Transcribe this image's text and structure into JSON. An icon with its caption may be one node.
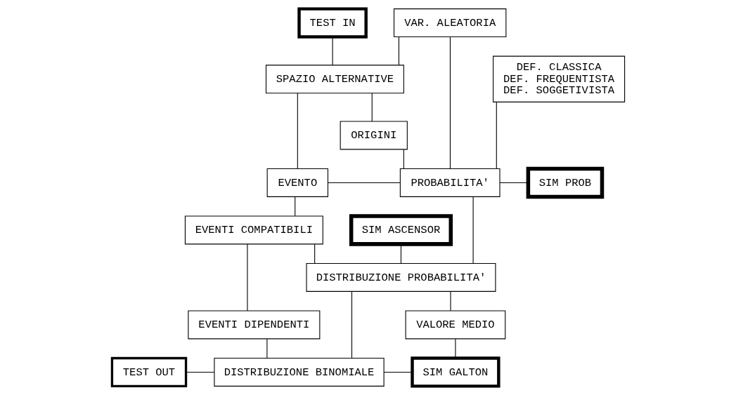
{
  "diagram": {
    "nodes": [
      {
        "text": [
          "TEST IN"
        ]
      },
      {
        "text": [
          "VAR. ALEATORIA"
        ]
      },
      {
        "text": [
          "SPAZIO ALTERNATIVE"
        ]
      },
      {
        "text": [
          "DEF. CLASSICA",
          "DEF. FREQUENTISTA",
          "DEF. SOGGETIVISTA"
        ]
      },
      {
        "text": [
          "ORIGINI"
        ]
      },
      {
        "text": [
          "SIM PROB"
        ]
      },
      {
        "text": [
          "EVENTO"
        ]
      },
      {
        "text": [
          "PROBABILITA'"
        ]
      },
      {
        "text": [
          "SIM ASCENSOR"
        ]
      },
      {
        "text": [
          "EVENTI COMPATIBILI"
        ]
      },
      {
        "text": [
          "DISTRIBUZIONE PROBABILITA'"
        ]
      },
      {
        "text": [
          "EVENTI DIPENDENTI"
        ]
      },
      {
        "text": [
          "VALORE MEDIO"
        ]
      },
      {
        "text": [
          "TEST OUT"
        ]
      },
      {
        "text": [
          "DISTRIBUZIONE BINOMIALE"
        ]
      },
      {
        "text": [
          "SIM GALTON"
        ]
      }
    ],
    "edges": [
      {
        "from": 0,
        "to": 2,
        "arrow": "none"
      },
      {
        "from": 2,
        "to": 1,
        "arrow": "none"
      },
      {
        "from": 2,
        "to": 4,
        "arrow": "none"
      },
      {
        "from": 2,
        "to": 6,
        "arrow": "none"
      },
      {
        "from": 1,
        "to": 7,
        "arrow": "none"
      },
      {
        "from": 4,
        "to": 7,
        "arrow": "none"
      },
      {
        "from": 3,
        "to": 7,
        "arrow": "none"
      },
      {
        "from": 6,
        "to": 7,
        "arrow": "none"
      },
      {
        "from": 7,
        "to": 5,
        "arrow": "none"
      },
      {
        "from": 6,
        "to": 9,
        "arrow": "none"
      },
      {
        "from": 7,
        "to": 10,
        "arrow": "none"
      },
      {
        "from": 9,
        "to": 10,
        "arrow": "none"
      },
      {
        "from": 10,
        "to": 8,
        "arrow": "none"
      },
      {
        "from": 9,
        "to": 11,
        "arrow": "none"
      },
      {
        "from": 10,
        "to": 12,
        "arrow": "none"
      },
      {
        "from": 11,
        "to": 14,
        "arrow": "none"
      },
      {
        "from": 10,
        "to": 14,
        "arrow": "none"
      },
      {
        "from": 13,
        "to": 14,
        "arrow": "none"
      },
      {
        "from": 14,
        "to": 15,
        "arrow": "none"
      },
      {
        "from": 12,
        "to": 15,
        "arrow": "none"
      }
    ]
  }
}
